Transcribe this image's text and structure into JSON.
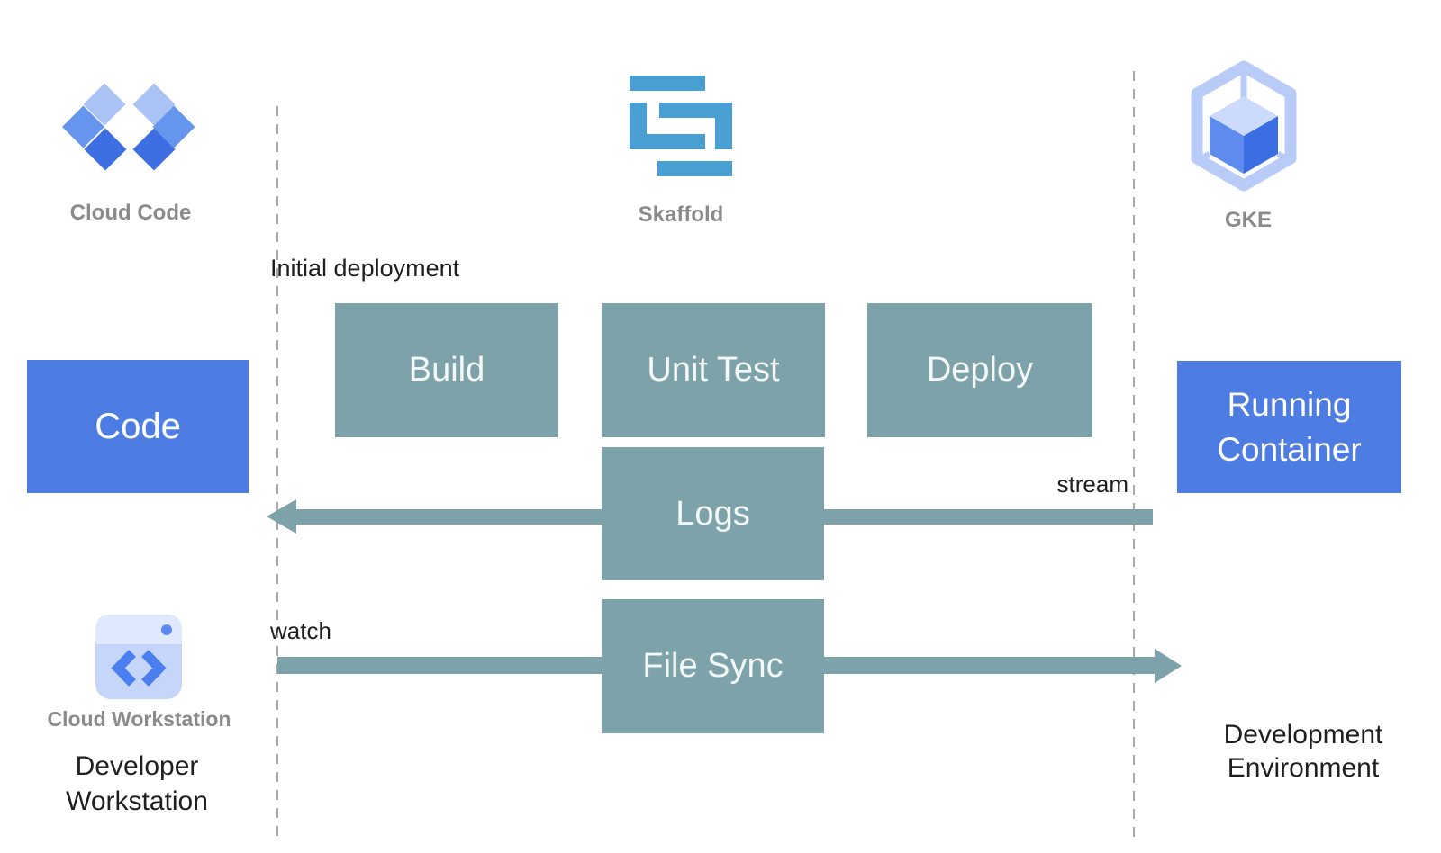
{
  "colors": {
    "process_teal": "#7da2a9",
    "action_blue": "#4d7de2",
    "skaffold_blue": "#4a9fd2",
    "diamond_light": "#abc3f4",
    "diamond_medium": "#6695ee",
    "diamond_dark": "#3d6fe2",
    "gke_light": "#b9ccf8",
    "gke_cube_top": "#ccdafb",
    "gke_cube_left": "#5f8bee",
    "gke_cube_right": "#3a6ee2",
    "label_gray": "#8b8b8b",
    "text_black": "#1f1f1f",
    "dash_gray": "#a9a9a9"
  },
  "icons": {
    "cloud_code": {
      "label": "Cloud Code"
    },
    "skaffold": {
      "label": "Skaffold"
    },
    "gke": {
      "label": "GKE"
    },
    "cloud_workstation": {
      "label": "Cloud Workstation"
    }
  },
  "boxes": {
    "code": "Code",
    "build": "Build",
    "unit_test": "Unit Test",
    "deploy": "Deploy",
    "logs": "Logs",
    "file_sync": "File Sync",
    "running_container": "Running Container"
  },
  "annotations": {
    "initial_deployment": "Initial deployment",
    "watch": "watch",
    "stream": "stream",
    "developer_workstation": "Developer Workstation",
    "development_environment": "Development Environment"
  }
}
